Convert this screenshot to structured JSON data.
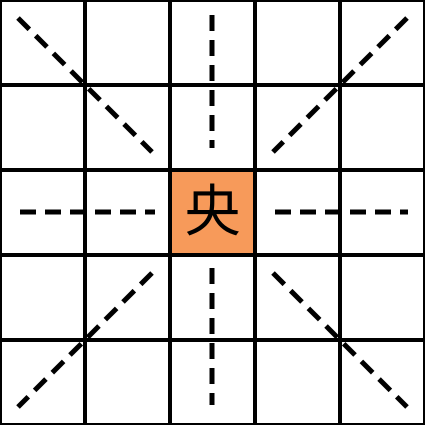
{
  "grid": {
    "rows": 5,
    "cols": 5,
    "highlight_cell": {
      "row": 2,
      "col": 2
    },
    "highlight_color": "#F79A5A",
    "line_color": "#000000",
    "background": "#ffffff"
  },
  "center_character": "央",
  "arrows": [
    {
      "name": "arrow-up",
      "direction": "up"
    },
    {
      "name": "arrow-down",
      "direction": "down"
    },
    {
      "name": "arrow-left",
      "direction": "left"
    },
    {
      "name": "arrow-right",
      "direction": "right"
    },
    {
      "name": "arrow-up-left",
      "direction": "up-left"
    },
    {
      "name": "arrow-up-right",
      "direction": "up-right"
    },
    {
      "name": "arrow-down-left",
      "direction": "down-left"
    },
    {
      "name": "arrow-down-right",
      "direction": "down-right"
    }
  ]
}
